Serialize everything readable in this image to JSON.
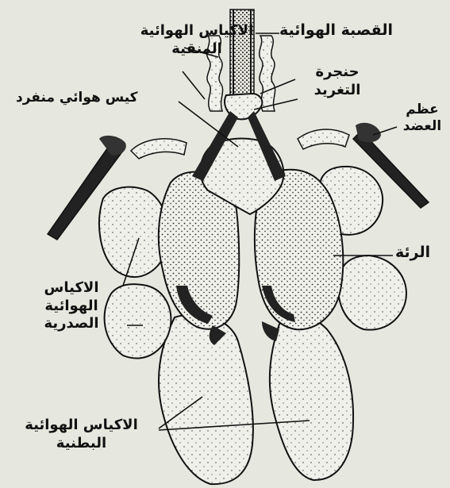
{
  "colors": {
    "background": "#e6e8df",
    "ink": "#111111",
    "organ_fill": "#f0f0ea"
  },
  "labels": {
    "trachea": "القصبة الهوائية",
    "cervical_sacs": [
      "الاكياس الهوائية",
      "المنقية"
    ],
    "larynx": [
      "حنجرة",
      "التغريد"
    ],
    "interclavicular_sac": "كيس هوائي منفرد",
    "humerus": [
      "عظم",
      "العضد"
    ],
    "lung": "الرئة",
    "thoracic_sacs": [
      "الاكياس",
      "الهوائية",
      "الصدرية"
    ],
    "abdominal_sacs": [
      "الاكياس الهوائية",
      "البطنية"
    ]
  }
}
